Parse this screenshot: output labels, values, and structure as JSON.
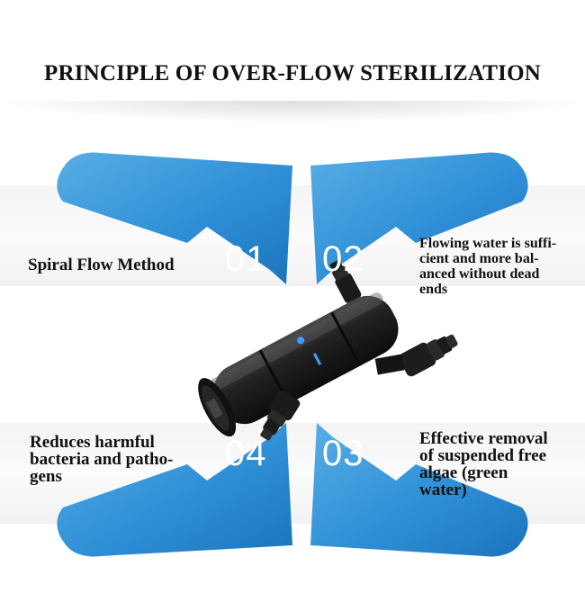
{
  "title": "PRINCIPLE OF OVER-FLOW STERILIZATION",
  "steps": [
    {
      "number": "01",
      "caption": "Spiral Flow Method"
    },
    {
      "number": "02",
      "caption": "Flowing water is suffi-\ncient and more bal-\nanced without dead\nends"
    },
    {
      "number": "03",
      "caption": "Effective removal\nof suspended free\nalgae (green\nwater)"
    },
    {
      "number": "04",
      "caption": "Reduces harmful\nbacteria and patho-\ngens"
    }
  ],
  "colors": {
    "arrow": "#2f8fd6",
    "arrow_dark": "#1b74bb",
    "device": "#1c1c1c",
    "indicator": "#3aa0ff"
  }
}
